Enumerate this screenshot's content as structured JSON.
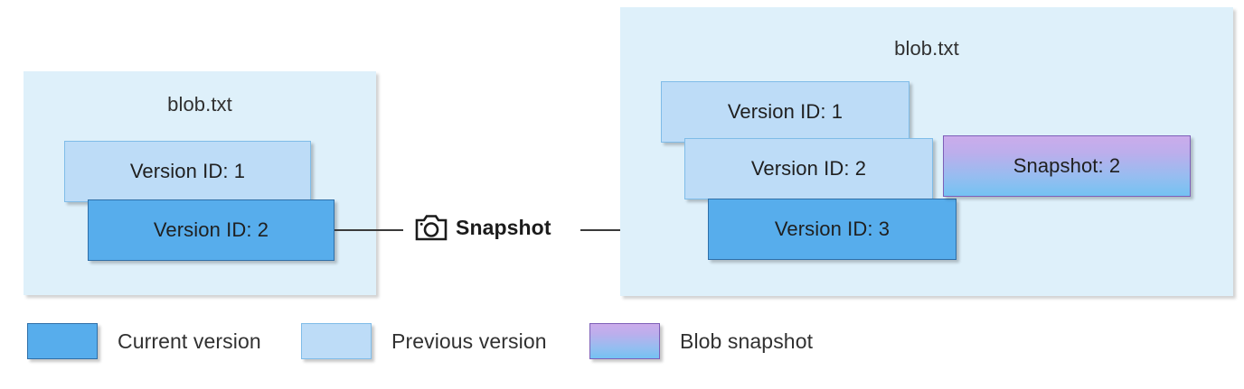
{
  "diagram": {
    "title_before": "blob.txt",
    "title_after": "blob.txt",
    "colors": {
      "container_bg": "#DEF0FA",
      "current_version": "#57ADEC",
      "previous_version": "#BDDCF7",
      "snapshot_gradient_top": "#CBACEB",
      "snapshot_gradient_bottom": "#74C2F2",
      "connector": "#3a3a3a"
    }
  },
  "before": {
    "container_label": "blob.txt",
    "cards": [
      {
        "label": "Version ID: 1",
        "kind": "previous"
      },
      {
        "label": "Version ID: 2",
        "kind": "current"
      }
    ]
  },
  "transition": {
    "icon": "camera-icon",
    "label": "Snapshot"
  },
  "after": {
    "container_label": "blob.txt",
    "cards": [
      {
        "label": "Version ID: 1",
        "kind": "previous"
      },
      {
        "label": "Version ID: 2",
        "kind": "previous"
      },
      {
        "label": "Version ID: 3",
        "kind": "current"
      },
      {
        "label": "Snapshot: 2",
        "kind": "snapshot"
      }
    ]
  },
  "legend": {
    "items": [
      {
        "label": "Current version",
        "kind": "current"
      },
      {
        "label": "Previous version",
        "kind": "previous"
      },
      {
        "label": "Blob snapshot",
        "kind": "snapshot"
      }
    ]
  }
}
